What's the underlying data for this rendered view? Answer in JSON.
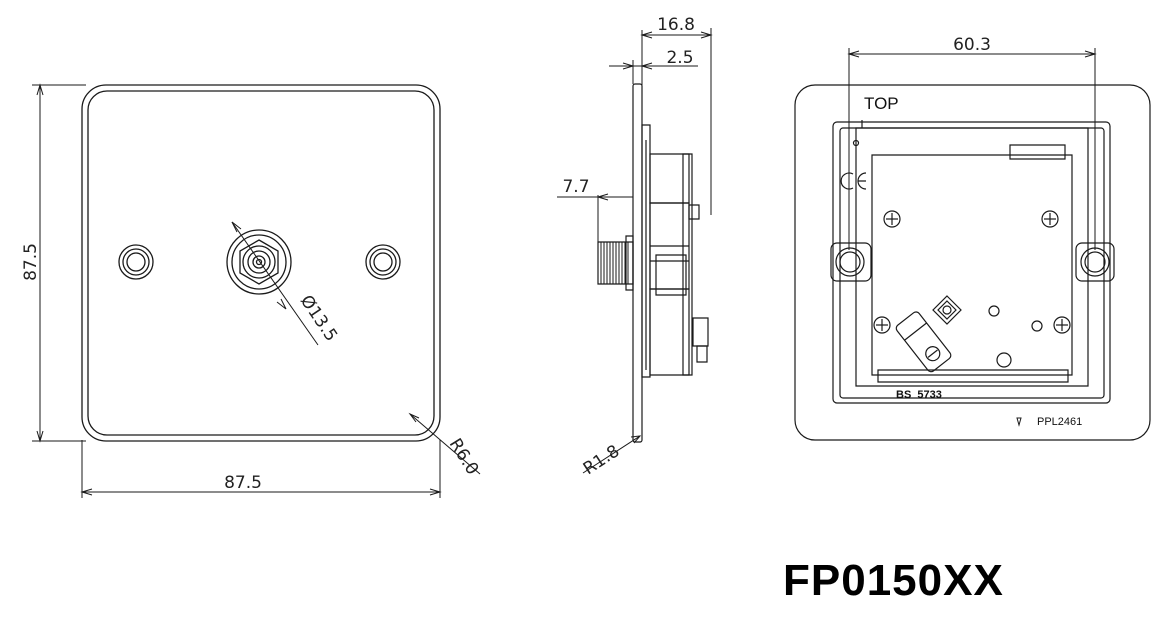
{
  "dimensions": {
    "front_height": "87.5",
    "front_width": "87.5",
    "hole_diameter": "Ø13.5",
    "corner_radius": "R6.0",
    "side_depth": "16.8",
    "side_plate": "2.5",
    "side_connector": "7.7",
    "side_edge_radius": "R1.8",
    "rear_fixing_centres": "60.3"
  },
  "rear_labels": {
    "top": "TOP",
    "standard": "BS  5733",
    "code": "PPL2461"
  },
  "model_code": "FP0150XX"
}
